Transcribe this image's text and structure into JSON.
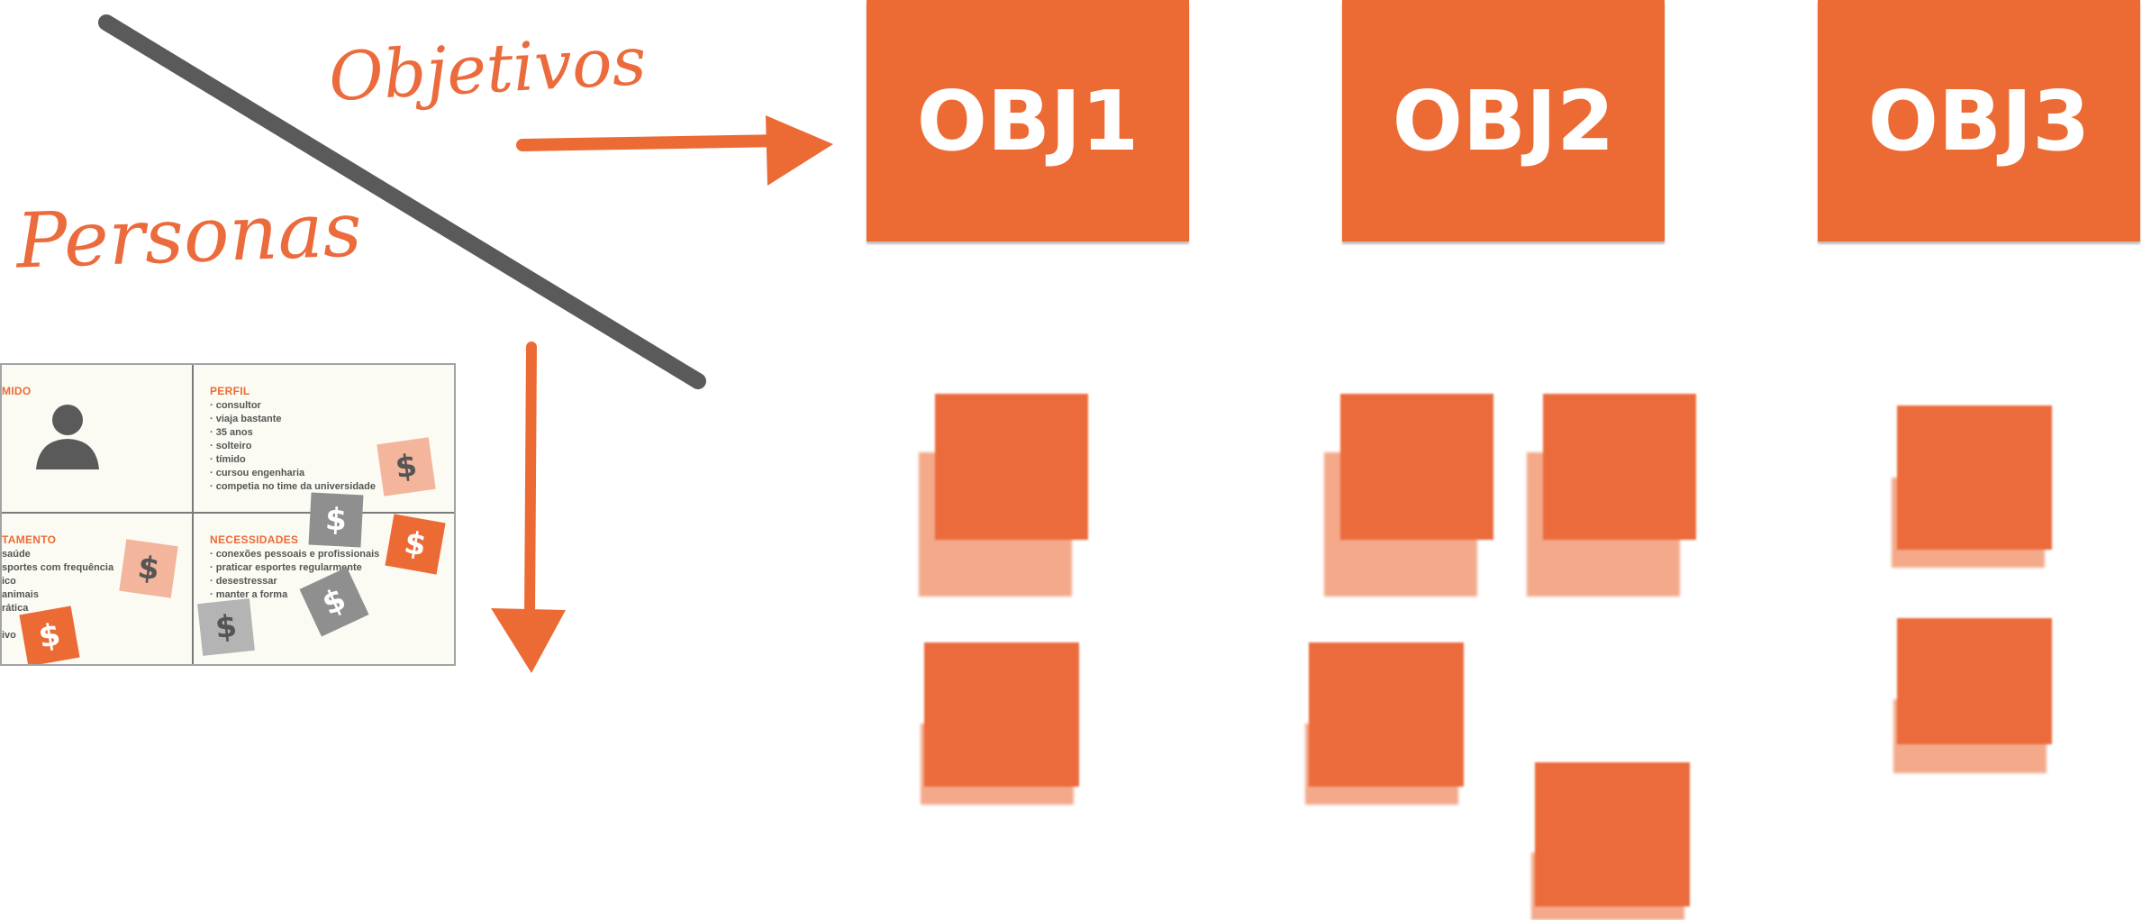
{
  "labels": {
    "objetivos": "Objetivos",
    "personas": "Personas"
  },
  "objectives": [
    "OBJ1",
    "OBJ2",
    "OBJ3"
  ],
  "colors": {
    "accent": "#ec6b34",
    "note_back": "#f3a98a",
    "divider": "#5a5a5a"
  },
  "persona_card": {
    "q1_title": "MIDO",
    "q2_title": "PERFIL",
    "q2_items": [
      "· consultor",
      "· viaja bastante",
      "· 35 anos",
      "· solteiro",
      "· tímido",
      "· cursou engenharia",
      "· competia no time da universidade"
    ],
    "q3_title": "TAMENTO",
    "q3_items": [
      "saúde",
      "sportes com frequência",
      "ico",
      "animais",
      "rática",
      "",
      "ivo"
    ],
    "q4_title": "NECESSIDADES",
    "q4_items": [
      "· conexões pessoais e profissionais",
      "· praticar esportes regularmente",
      "· desestressar",
      "· manter a forma"
    ],
    "avatar_icon": "person-icon",
    "coin_symbol": "$"
  }
}
